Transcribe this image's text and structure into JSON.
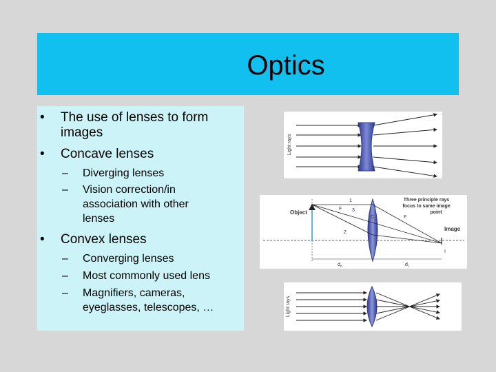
{
  "slide": {
    "title": "Optics",
    "bullets": [
      {
        "lines": [
          "The use of lenses to form",
          "images"
        ],
        "subs": []
      },
      {
        "lines": [
          "Concave lenses"
        ],
        "subs": [
          {
            "lines": [
              "Diverging lenses"
            ]
          },
          {
            "lines": [
              "Vision correction/in",
              "association with other",
              "lenses"
            ]
          }
        ]
      },
      {
        "lines": [
          "Convex lenses"
        ],
        "subs": [
          {
            "lines": [
              "Converging lenses"
            ]
          },
          {
            "lines": [
              "Most commonly used lens"
            ]
          },
          {
            "lines": [
              "Magnifiers, cameras,",
              "eyeglasses, telescopes, …"
            ]
          }
        ]
      }
    ],
    "bullet_mark": "•",
    "sub_mark": "–"
  },
  "diagrams": {
    "concave": {
      "axis_label": "Light rays"
    },
    "principal_rays": {
      "object_label": "Object",
      "focal_left": "F",
      "focal_right": "F",
      "center_label": "C",
      "ray_1": "1",
      "ray_2": "2",
      "ray_3": "3",
      "caption_line1": "Three principle rays",
      "caption_line2": "focus to same image",
      "caption_line3": "point",
      "image_label": "Image",
      "image_marker": "I",
      "dist_object": "d",
      "dist_object_sub": "o",
      "dist_image": "d",
      "dist_image_sub": "i"
    },
    "convex": {
      "axis_label": "Light rays"
    }
  },
  "colors": {
    "title_bar": "#12c0f0",
    "content_box": "#ccf3f8",
    "background": "#d7d7d7",
    "lens_fill": "#4a57b5",
    "object_arrow": "#3aa0d8"
  }
}
